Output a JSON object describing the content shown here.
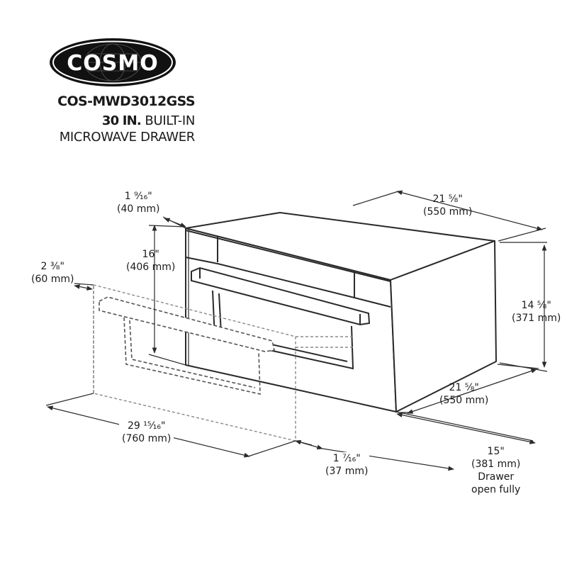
{
  "brand": {
    "logo_text": "COSMO"
  },
  "product": {
    "model": "COS-MWD3012GSS",
    "size": "30 IN.",
    "line1_rest": " BUILT-IN",
    "line2": "MICROWAVE DRAWER"
  },
  "dimensions": {
    "top_depth": {
      "value": "21 ⅝\"",
      "metric": "(550 mm)"
    },
    "side_height": {
      "value": "14 ⅝\"",
      "metric": "(371 mm)"
    },
    "bottom_depth": {
      "value": "21 ⅝\"",
      "metric": "(550 mm)"
    },
    "front_thickness": {
      "value": "1 ⁹⁄₁₆\"",
      "metric": "(40 mm)"
    },
    "front_height": {
      "value": "16\"",
      "metric": "(406 mm)"
    },
    "handle_projection": {
      "value": "2 ⅜\"",
      "metric": "(60 mm)"
    },
    "width": {
      "value": "29 ¹⁵⁄₁₆\"",
      "metric": "(760 mm)"
    },
    "drawer_gap": {
      "value": "1 ⁷⁄₁₆\"",
      "metric": "(37 mm)"
    },
    "drawer_travel": {
      "value": "15\"",
      "metric": "(381 mm)",
      "note1": "Drawer",
      "note2": "open fully"
    }
  },
  "colors": {
    "line": "#2a2a2a",
    "logo_fill": "#111111",
    "logo_text": "#ffffff"
  }
}
